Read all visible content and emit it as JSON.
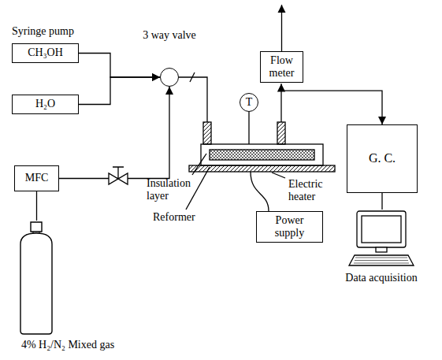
{
  "diagram": {
    "nodes": [
      {
        "text": [
          "CH₃OH"
        ]
      },
      {
        "text": [
          "H₂O"
        ]
      },
      {
        "text": [
          "3 way valve"
        ]
      },
      {
        "text": [
          "MFC"
        ]
      },
      {
        "text": [
          "4% H₂/N₂ Mixed gas"
        ]
      },
      {
        "text": [
          "T"
        ]
      },
      {
        "text": [
          "Flow meter"
        ]
      },
      {
        "text": [
          "Power supply"
        ]
      },
      {
        "text": [
          "G. C."
        ]
      },
      {
        "text": [
          "Data acquisition"
        ]
      }
    ],
    "edges": [
      {
        "from": 0,
        "to": 2,
        "arrow": "to"
      },
      {
        "from": 1,
        "to": 2,
        "arrow": "to"
      },
      {
        "from": 4,
        "to": 3,
        "arrow": "none"
      },
      {
        "from": 3,
        "to": 2,
        "arrow": "to"
      },
      {
        "from": 8,
        "to": 9,
        "arrow": "none"
      }
    ],
    "labels": [
      "Syringe pump",
      "Insulation layer",
      "Reformer",
      "Electric heater"
    ]
  }
}
